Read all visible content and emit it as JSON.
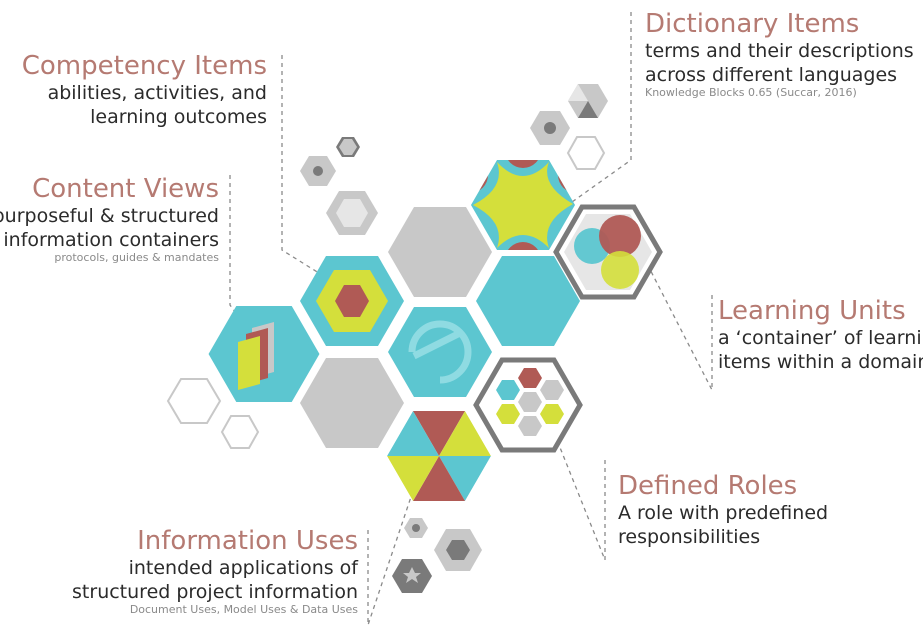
{
  "colors": {
    "title": "#b57a72",
    "teal": "#5cc6d0",
    "gray": "#c8c8c8",
    "dark_gray": "#7a7a7a",
    "lime": "#d4df3b",
    "red": "#b05a55",
    "light_gray": "#e6e6e6",
    "leader": "#8a8a8a"
  },
  "labels": {
    "competency": {
      "title": "Competency Items",
      "line1": "abilities, activities, and",
      "line2": "learning outcomes"
    },
    "content_views": {
      "title": "Content Views",
      "line1": "purposeful & structured",
      "line2": "information containers",
      "note": "protocols, guides & mandates"
    },
    "dictionary": {
      "title": "Dictionary Items",
      "line1": "terms and their descriptions",
      "line2": "across different languages",
      "note": "Knowledge Blocks 0.65 (Succar, 2016)"
    },
    "learning_units": {
      "title": "Learning Units",
      "line1": "a ‘container’ of learning",
      "line2": "items within a domain"
    },
    "defined_roles": {
      "title": "Defined Roles",
      "line1": "A role with predefined",
      "line2": "responsibilities"
    },
    "information_uses": {
      "title": "Information Uses",
      "line1": "intended applications of",
      "line2": "structured project information",
      "note": "Document Uses, Model Uses & Data Uses"
    }
  },
  "center_icon": "e-logo-icon"
}
